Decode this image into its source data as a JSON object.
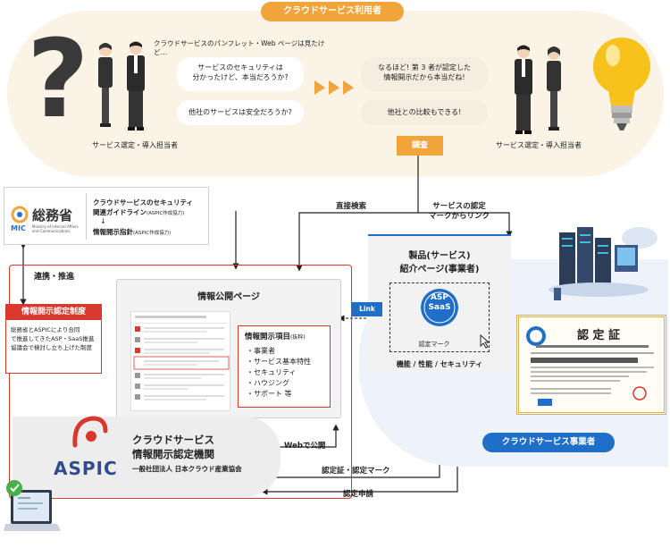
{
  "top": {
    "title": "クラウドサービス利用者",
    "intro": "クラウドサービスのパンフレット・Web ページは見たけど…",
    "left_q1_l1": "サービスのセキュリティは",
    "left_q1_l2": "分かったけど、本当だろうか?",
    "left_q2": "他社のサービスは安全だろうか?",
    "right_a1_l1": "なるほど! 第 3 者が認定した",
    "right_a1_l2": "情報開示だから本当だね!",
    "right_a2": "他社との比較もできる!",
    "left_role": "サービス選定・導入担当者",
    "right_role": "サービス選定・導入担当者",
    "research": "調査"
  },
  "mic": {
    "name": "総務省",
    "abbr": "MIC",
    "sub1": "Ministry of Internal Affairs",
    "sub2": "and Communications",
    "guide_l1": "クラウドサービスのセキュリティ",
    "guide_l2": "関連ガイドライン",
    "guide_note": "(ASPIC作成協力)",
    "arrow": "↓",
    "guide2": "情報開示指針",
    "guide2_note": "(ASPIC作成協力)"
  },
  "labels": {
    "partner": "連携・推進",
    "direct": "直接検索",
    "link_from_l1": "サービスの認定",
    "link_from_l2": "マークからリンク",
    "link_badge": "Link",
    "web_publish": "Webで公開",
    "cert_mark": "認定証・認定マーク",
    "cert_apply": "認定申請"
  },
  "system": {
    "title": "情報開示認定制度",
    "desc_l1": "総務省とASPICにより合同",
    "desc_l2": "で推進してきたASP・SaaS推進",
    "desc_l3": "協議会で検討し立ち上げた制度"
  },
  "disclosure": {
    "page_title": "情報公開ページ",
    "items_title": "情報開示項目",
    "items_note": "(抜粋)",
    "items": [
      "・事業者",
      "・サービス基本特性",
      "・セキュリティ",
      "・ハウジング",
      "・サポート 等"
    ]
  },
  "product": {
    "title_l1": "製品(サービス)",
    "title_l2": "紹介ページ(事業者)",
    "mark_label": "認定マーク",
    "mark_line1": "ASP",
    "mark_line2": "SaaS",
    "features": "機能 / 性能 / セキュリティ"
  },
  "aspic": {
    "logo": "ASPIC",
    "name_l1": "クラウドサービス",
    "name_l2": "情報開示認定機関",
    "org": "一般社団法人 日本クラウド産業協会"
  },
  "provider": {
    "label": "クラウドサービス事業者"
  },
  "certificate": {
    "title": "認 定 証"
  },
  "colors": {
    "orange": "#f1a43a",
    "blue": "#1f6fc9",
    "red": "#d9382c",
    "cream": "#fbf3e6"
  }
}
